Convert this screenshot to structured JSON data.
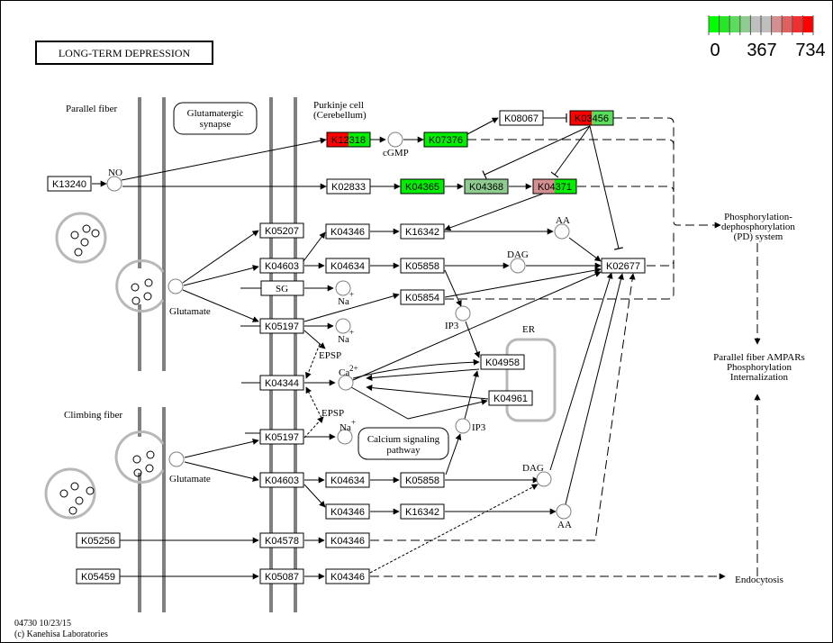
{
  "title": "LONG-TERM DEPRESSION",
  "legend": {
    "scale_colors": [
      "#00ff00",
      "#26e626",
      "#5cdc5c",
      "#8fcc8f",
      "#bfbfbf",
      "#bfbfbf",
      "#d49090",
      "#e06060",
      "#f03030",
      "#ff0000"
    ],
    "labels": [
      "0",
      "367",
      "734"
    ]
  },
  "footer": {
    "map_id_date": "04730 10/23/15",
    "copyright": "(c) Kanehisa Laboratories"
  },
  "regions": {
    "parallel_fiber": "Parallel fiber",
    "climbing_fiber": "Climbing fiber",
    "purkinje_line1": "Purkinje cell",
    "purkinje_line2": "(Cerebellum)",
    "er": "ER"
  },
  "pathway_links": {
    "glutamatergic_line1": "Glutamatergic",
    "glutamatergic_line2": "synapse",
    "calcium_line1": "Calcium signaling",
    "calcium_line2": "pathway"
  },
  "outcomes": {
    "pd_line1": "Phosphorylation-",
    "pd_line2": "dephosphorylation",
    "pd_line3": "(PD) system",
    "ampar_line1": "Parallel fiber AMPARs",
    "ampar_line2": "Phosphorylation",
    "ampar_line3": "Internalization",
    "endocytosis": "Endocytosis"
  },
  "compounds": {
    "no": "NO",
    "cgmp": "cGMP",
    "glutamate": "Glutamate",
    "na": "Na",
    "plus": "+",
    "ca": "Ca",
    "two_plus": "2+",
    "ip3": "IP3",
    "dag": "DAG",
    "aa": "AA",
    "epsp": "EPSP",
    "sg": "SG"
  },
  "genes": [
    {
      "id": "K13240",
      "colors": [
        "#ffffff"
      ]
    },
    {
      "id": "K12318",
      "colors": [
        "#ff0000",
        "#00ee00"
      ]
    },
    {
      "id": "K07376",
      "colors": [
        "#00ee00"
      ]
    },
    {
      "id": "K08067",
      "colors": [
        "#ffffff"
      ]
    },
    {
      "id": "K03456",
      "colors": [
        "#ff0000",
        "#5cdc5c"
      ]
    },
    {
      "id": "K02833",
      "colors": [
        "#ffffff"
      ]
    },
    {
      "id": "K04365",
      "colors": [
        "#00ee00"
      ]
    },
    {
      "id": "K04368",
      "colors": [
        "#8fcc8f",
        "#8fcc8f"
      ]
    },
    {
      "id": "K04371",
      "colors": [
        "#d49090",
        "#00ee00"
      ]
    },
    {
      "id": "K05207",
      "colors": [
        "#ffffff"
      ]
    },
    {
      "id": "K04346",
      "colors": [
        "#ffffff"
      ]
    },
    {
      "id": "K16342",
      "colors": [
        "#ffffff"
      ]
    },
    {
      "id": "K04603",
      "colors": [
        "#ffffff"
      ]
    },
    {
      "id": "K04634",
      "colors": [
        "#ffffff"
      ]
    },
    {
      "id": "K05858",
      "colors": [
        "#ffffff"
      ]
    },
    {
      "id": "K05854",
      "colors": [
        "#ffffff"
      ]
    },
    {
      "id": "K05197",
      "colors": [
        "#ffffff"
      ]
    },
    {
      "id": "K02677",
      "colors": [
        "#ffffff"
      ]
    },
    {
      "id": "K04958",
      "colors": [
        "#ffffff"
      ]
    },
    {
      "id": "K04961",
      "colors": [
        "#ffffff"
      ]
    },
    {
      "id": "K04344",
      "colors": [
        "#ffffff"
      ]
    },
    {
      "id": "K05256",
      "colors": [
        "#ffffff"
      ]
    },
    {
      "id": "K04578",
      "colors": [
        "#ffffff"
      ]
    },
    {
      "id": "K05459",
      "colors": [
        "#ffffff"
      ]
    },
    {
      "id": "K05087",
      "colors": [
        "#ffffff"
      ]
    }
  ]
}
